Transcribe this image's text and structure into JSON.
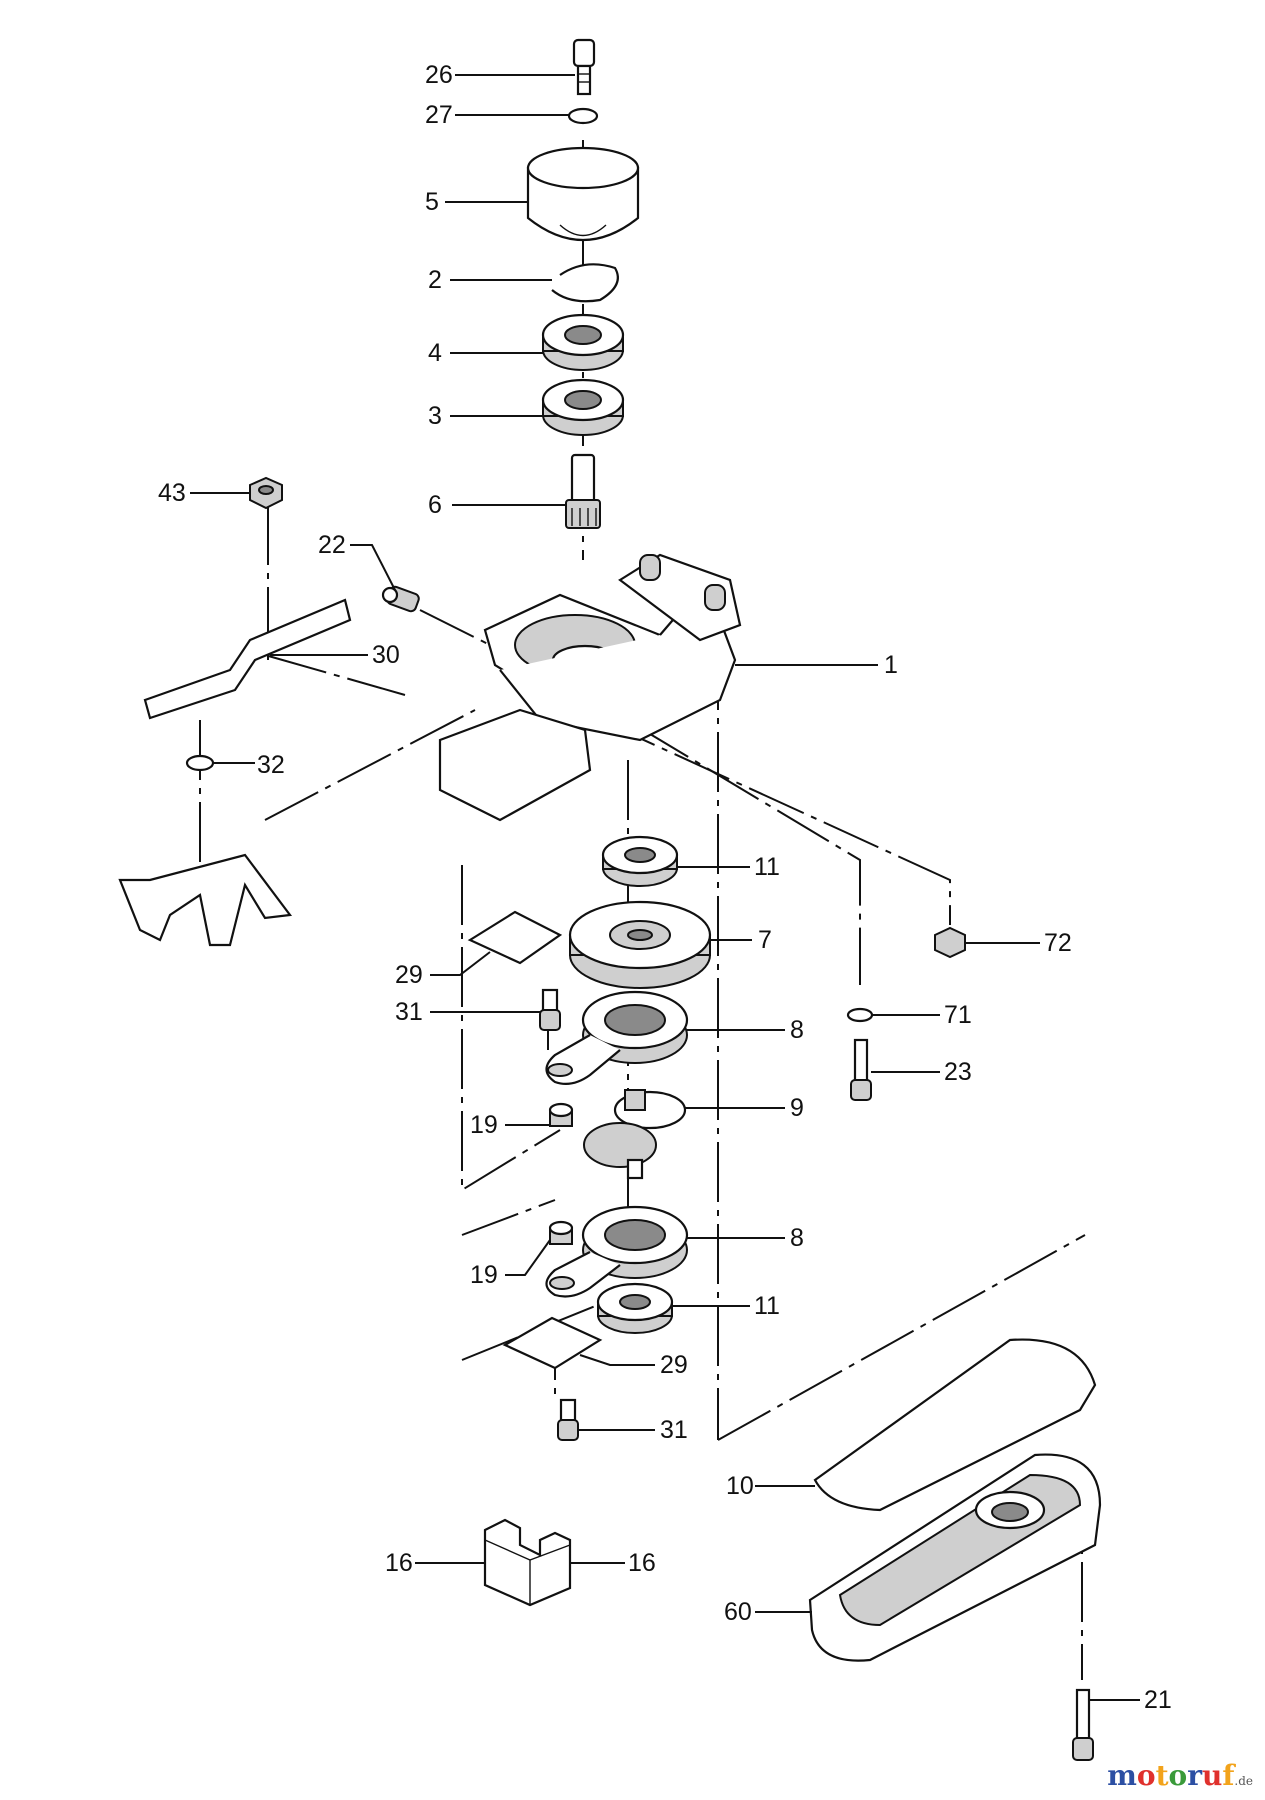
{
  "callouts": [
    "26",
    "27",
    "5",
    "2",
    "4",
    "3",
    "6",
    "43",
    "22",
    "30",
    "1",
    "32",
    "11",
    "7",
    "72",
    "29",
    "31",
    "8",
    "71",
    "23",
    "9",
    "19",
    "8",
    "19",
    "11",
    "29",
    "31",
    "10",
    "16",
    "16",
    "60",
    "21"
  ],
  "watermark": {
    "text": "motoruf",
    "suffix": ".de",
    "colors": [
      "#2c4fa3",
      "#e0312d",
      "#f2a31b",
      "#3a9a3a",
      "#2c4fa3",
      "#e0312d",
      "#f2a31b"
    ]
  }
}
